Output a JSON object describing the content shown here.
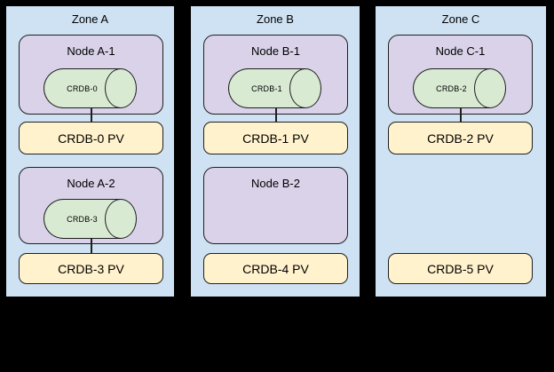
{
  "colors": {
    "background": "#000000",
    "zone_fill": "#cfe2f3",
    "zone_border": "#000000",
    "node_fill": "#d9d2e9",
    "pod_fill": "#d9ead3",
    "pv_fill": "#fff2cc",
    "shape_border": "#1f1f1f",
    "text": "#000000"
  },
  "zones": [
    {
      "label": "Zone A",
      "node1": {
        "label": "Node A-1",
        "pod": "CRDB-0"
      },
      "pv1": {
        "label": "CRDB-0 PV"
      },
      "node2": {
        "label": "Node A-2",
        "pod": "CRDB-3"
      },
      "pv2": {
        "label": "CRDB-3 PV"
      }
    },
    {
      "label": "Zone B",
      "node1": {
        "label": "Node B-1",
        "pod": "CRDB-1"
      },
      "pv1": {
        "label": "CRDB-1 PV"
      },
      "node2": {
        "label": "Node B-2"
      },
      "pv2": {
        "label": "CRDB-4 PV"
      }
    },
    {
      "label": "Zone C",
      "node1": {
        "label": "Node C-1",
        "pod": "CRDB-2"
      },
      "pv1": {
        "label": "CRDB-2 PV"
      },
      "pv2": {
        "label": "CRDB-5 PV"
      }
    }
  ]
}
